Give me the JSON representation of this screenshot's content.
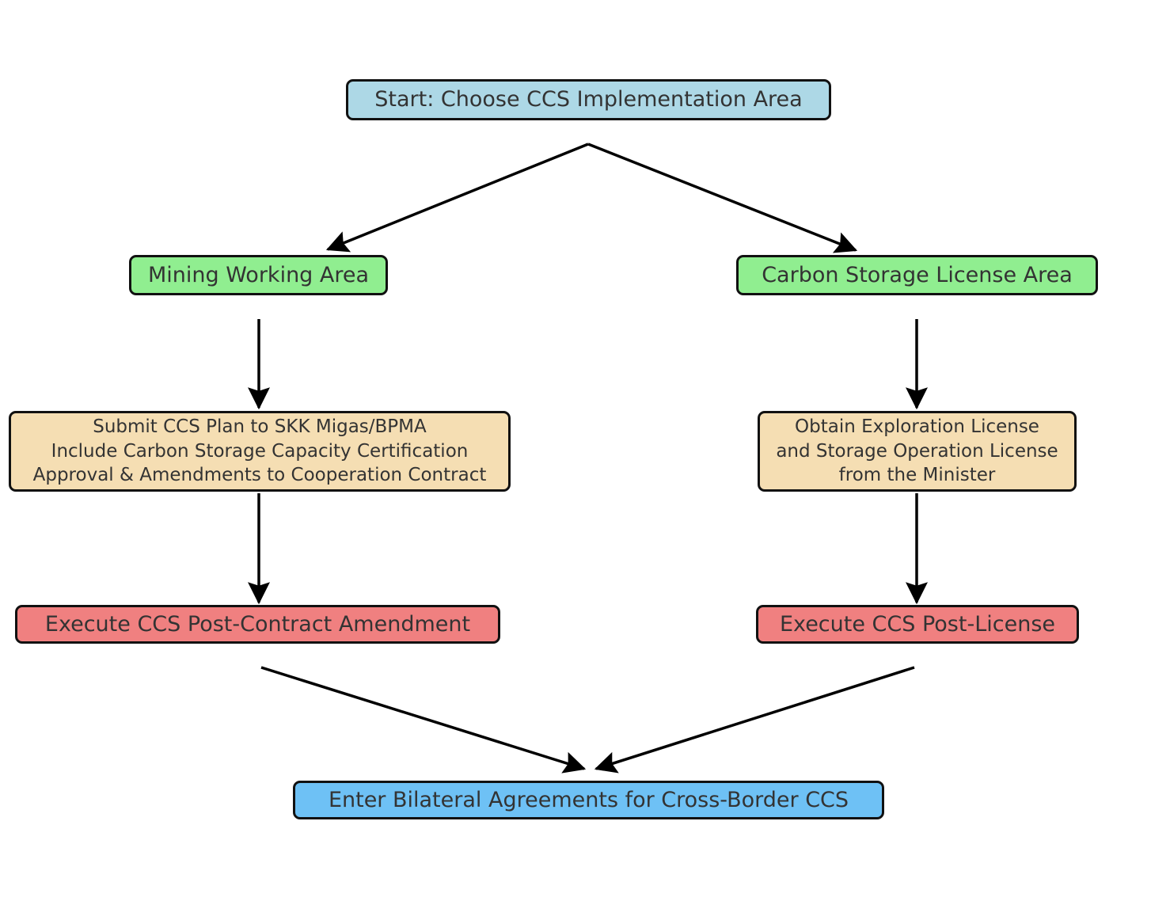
{
  "diagram": {
    "type": "flowchart",
    "background": "#ffffff",
    "text_color": "#333333",
    "border_color": "#111111"
  },
  "nodes": {
    "start": {
      "label": "Start: Choose CCS Implementation Area",
      "fill": "#ADD8E6"
    },
    "mining_area": {
      "label": "Mining Working Area",
      "fill": "#90EE90"
    },
    "storage_license_area": {
      "label": "Carbon Storage License Area",
      "fill": "#90EE90"
    },
    "submit_plan": {
      "lines": [
        "Submit CCS Plan to SKK Migas/BPMA",
        "Include Carbon Storage Capacity Certification",
        "Approval & Amendments to Cooperation Contract"
      ],
      "fill": "#F5DEB3"
    },
    "obtain_license": {
      "lines": [
        "Obtain Exploration License",
        "and Storage Operation License",
        "from the Minister"
      ],
      "fill": "#F5DEB3"
    },
    "post_contract_amendment": {
      "label": "Execute CCS Post-Contract Amendment",
      "fill": "#F08080"
    },
    "post_license": {
      "label": "Execute CCS Post-License",
      "fill": "#F08080"
    },
    "bilateral_agreements": {
      "label": "Enter Bilateral Agreements for Cross-Border CCS",
      "fill": "#6EC1F5"
    }
  },
  "edges": [
    {
      "from": "start",
      "to": "mining_area"
    },
    {
      "from": "start",
      "to": "storage_license_area"
    },
    {
      "from": "mining_area",
      "to": "submit_plan"
    },
    {
      "from": "storage_license_area",
      "to": "obtain_license"
    },
    {
      "from": "submit_plan",
      "to": "post_contract_amendment"
    },
    {
      "from": "obtain_license",
      "to": "post_license"
    },
    {
      "from": "post_contract_amendment",
      "to": "bilateral_agreements"
    },
    {
      "from": "post_license",
      "to": "bilateral_agreements"
    }
  ],
  "arrow_color": "#000000"
}
